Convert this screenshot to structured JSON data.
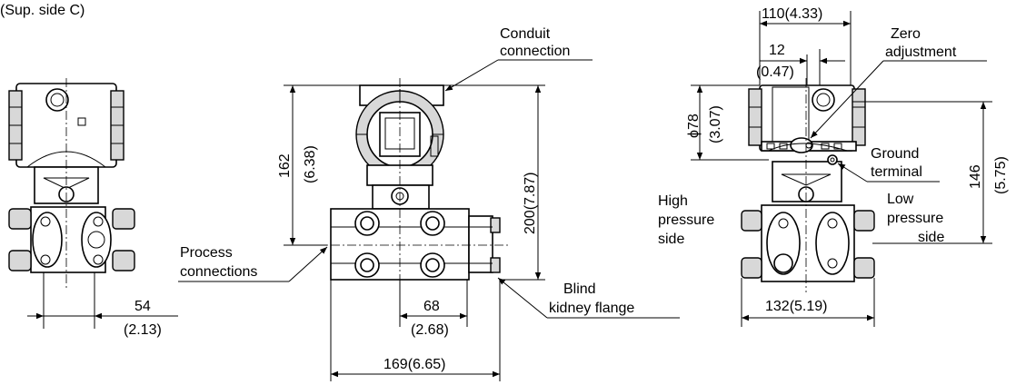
{
  "header": {
    "partial_title": "(Sup. side C)"
  },
  "front_view": {
    "callouts": {
      "conduit_line1": "Conduit",
      "conduit_line2": "connection",
      "process_line1": "Process",
      "process_line2": "connections",
      "blind_line1": "Blind",
      "blind_line2": "kidney flange"
    },
    "dims": {
      "h162_a": "162",
      "h162_b": "(6.38)",
      "h200": "200(7.87)",
      "w68_a": "68",
      "w68_b": "(2.68)",
      "w169": "169(6.65)"
    }
  },
  "left_view": {
    "dims": {
      "w54_a": "54",
      "w54_b": "(2.13)"
    }
  },
  "right_view": {
    "callouts": {
      "zero_line1": "Zero",
      "zero_line2": "adjustment",
      "ground_line1": "Ground",
      "ground_line2": "terminal",
      "high_line1": "High",
      "high_line2": "pressure",
      "high_line3": "side",
      "low_line1": "Low",
      "low_line2": "pressure",
      "low_line3": "side"
    },
    "dims": {
      "w110": "110(4.33)",
      "w12_a": "12",
      "w12_b": "(0.47)",
      "d78_a": "ϕ78",
      "d78_b": "(3.07)",
      "h146_a": "146",
      "h146_b": "(5.75)",
      "w132": "132(5.19)"
    }
  },
  "colors": {
    "line": "#000000",
    "background": "#ffffff",
    "shade": "#d8d8d8"
  }
}
